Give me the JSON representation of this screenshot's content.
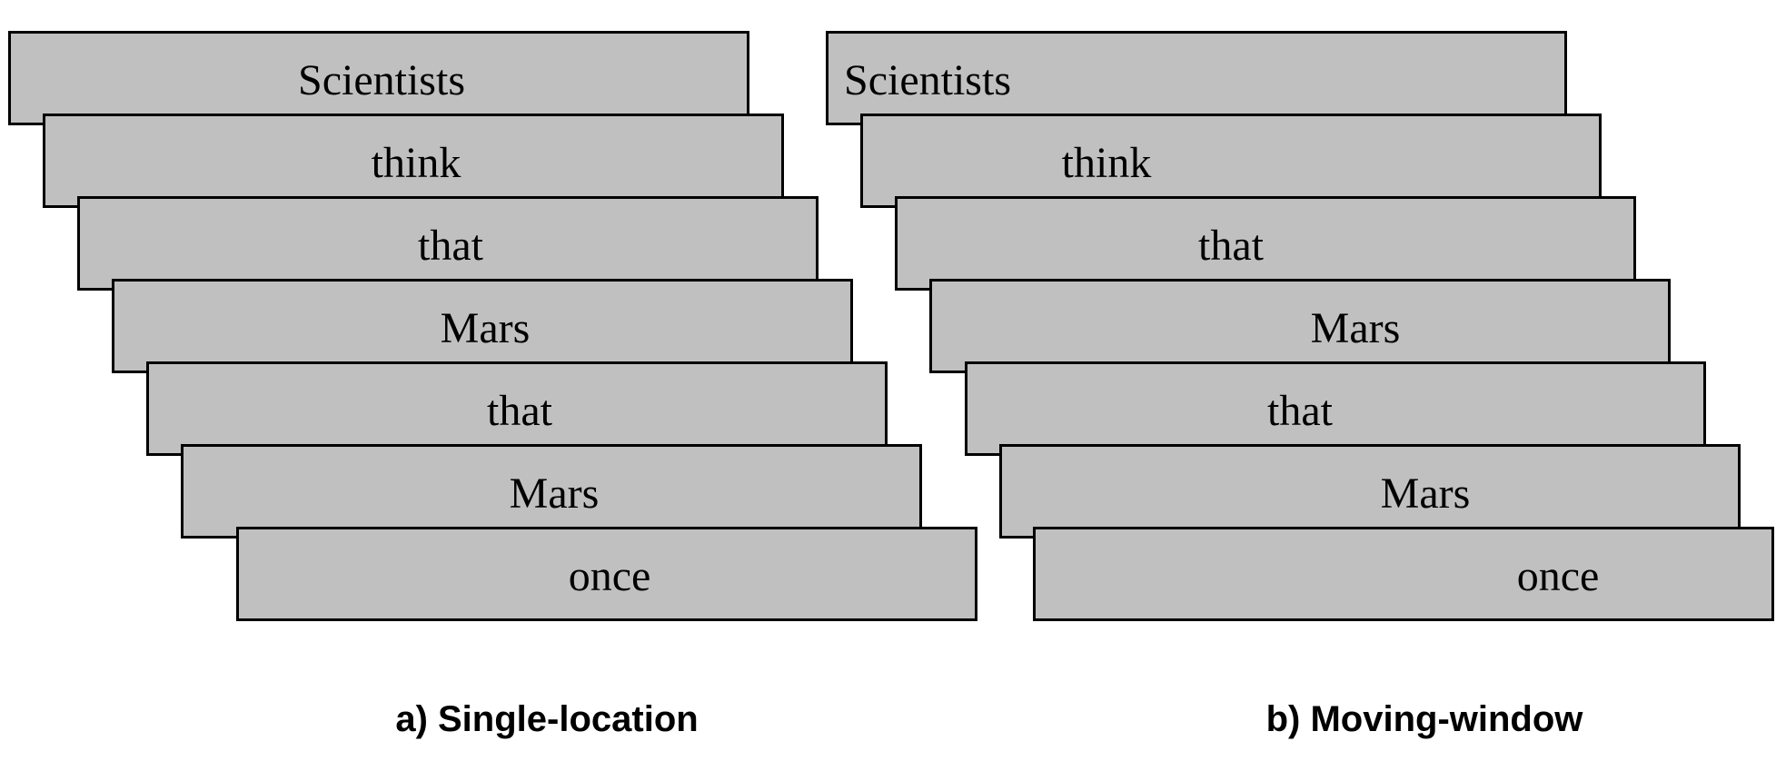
{
  "panels": [
    {
      "caption": "a) Single-location",
      "frames": [
        {
          "word": "Scientists"
        },
        {
          "word": "think"
        },
        {
          "word": "that"
        },
        {
          "word": "Mars"
        },
        {
          "word": "that"
        },
        {
          "word": "Mars"
        },
        {
          "word": "once"
        }
      ]
    },
    {
      "caption": "b) Moving-window",
      "frames": [
        {
          "word": "Scientists"
        },
        {
          "word": "think"
        },
        {
          "word": "that"
        },
        {
          "word": "Mars"
        },
        {
          "word": "that"
        },
        {
          "word": "Mars"
        },
        {
          "word": "once"
        }
      ]
    }
  ]
}
